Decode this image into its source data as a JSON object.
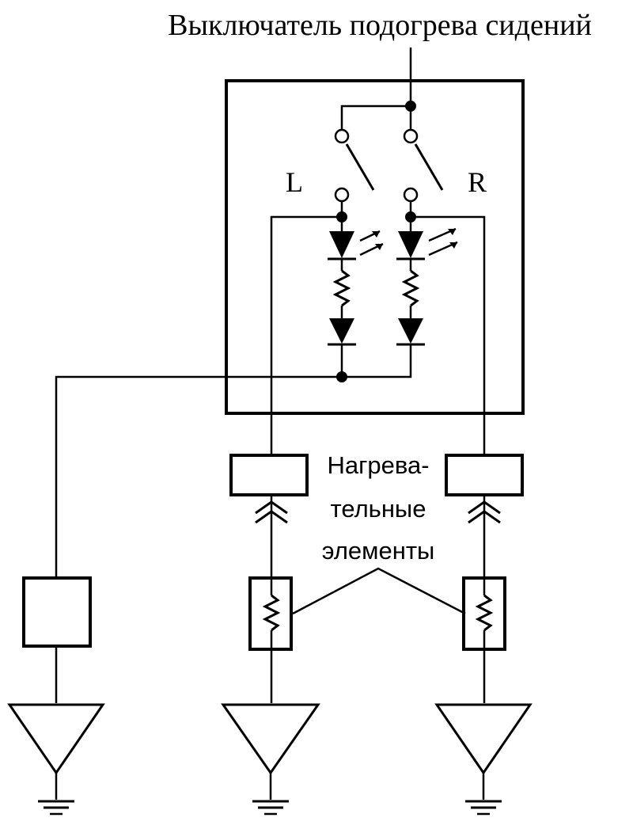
{
  "diagram": {
    "title": "Выключатель подогрева сидений",
    "switch_labels": {
      "left": "L",
      "right": "R"
    },
    "heater_label": {
      "line1": "Нагрева-",
      "line2": "тельные",
      "line3": "элементы"
    }
  }
}
